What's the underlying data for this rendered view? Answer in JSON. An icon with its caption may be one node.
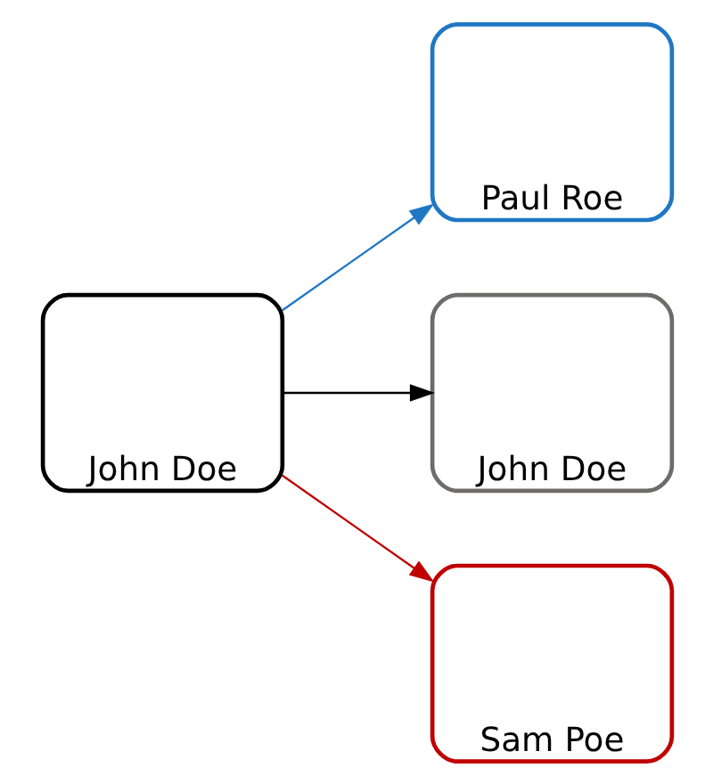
{
  "diagram": {
    "nodes": [
      {
        "text": [
          "John Doe"
        ]
      },
      {
        "text": [
          "Paul Roe"
        ]
      },
      {
        "text": [
          "John Doe"
        ]
      },
      {
        "text": [
          "Sam Poe"
        ]
      }
    ],
    "edges": [
      {
        "from": 0,
        "to": 1,
        "arrow": "to",
        "color": "#1f77c4"
      },
      {
        "from": 0,
        "to": 2,
        "arrow": "to",
        "color": "#000000"
      },
      {
        "from": 0,
        "to": 3,
        "arrow": "to",
        "color": "#c00000"
      }
    ]
  }
}
